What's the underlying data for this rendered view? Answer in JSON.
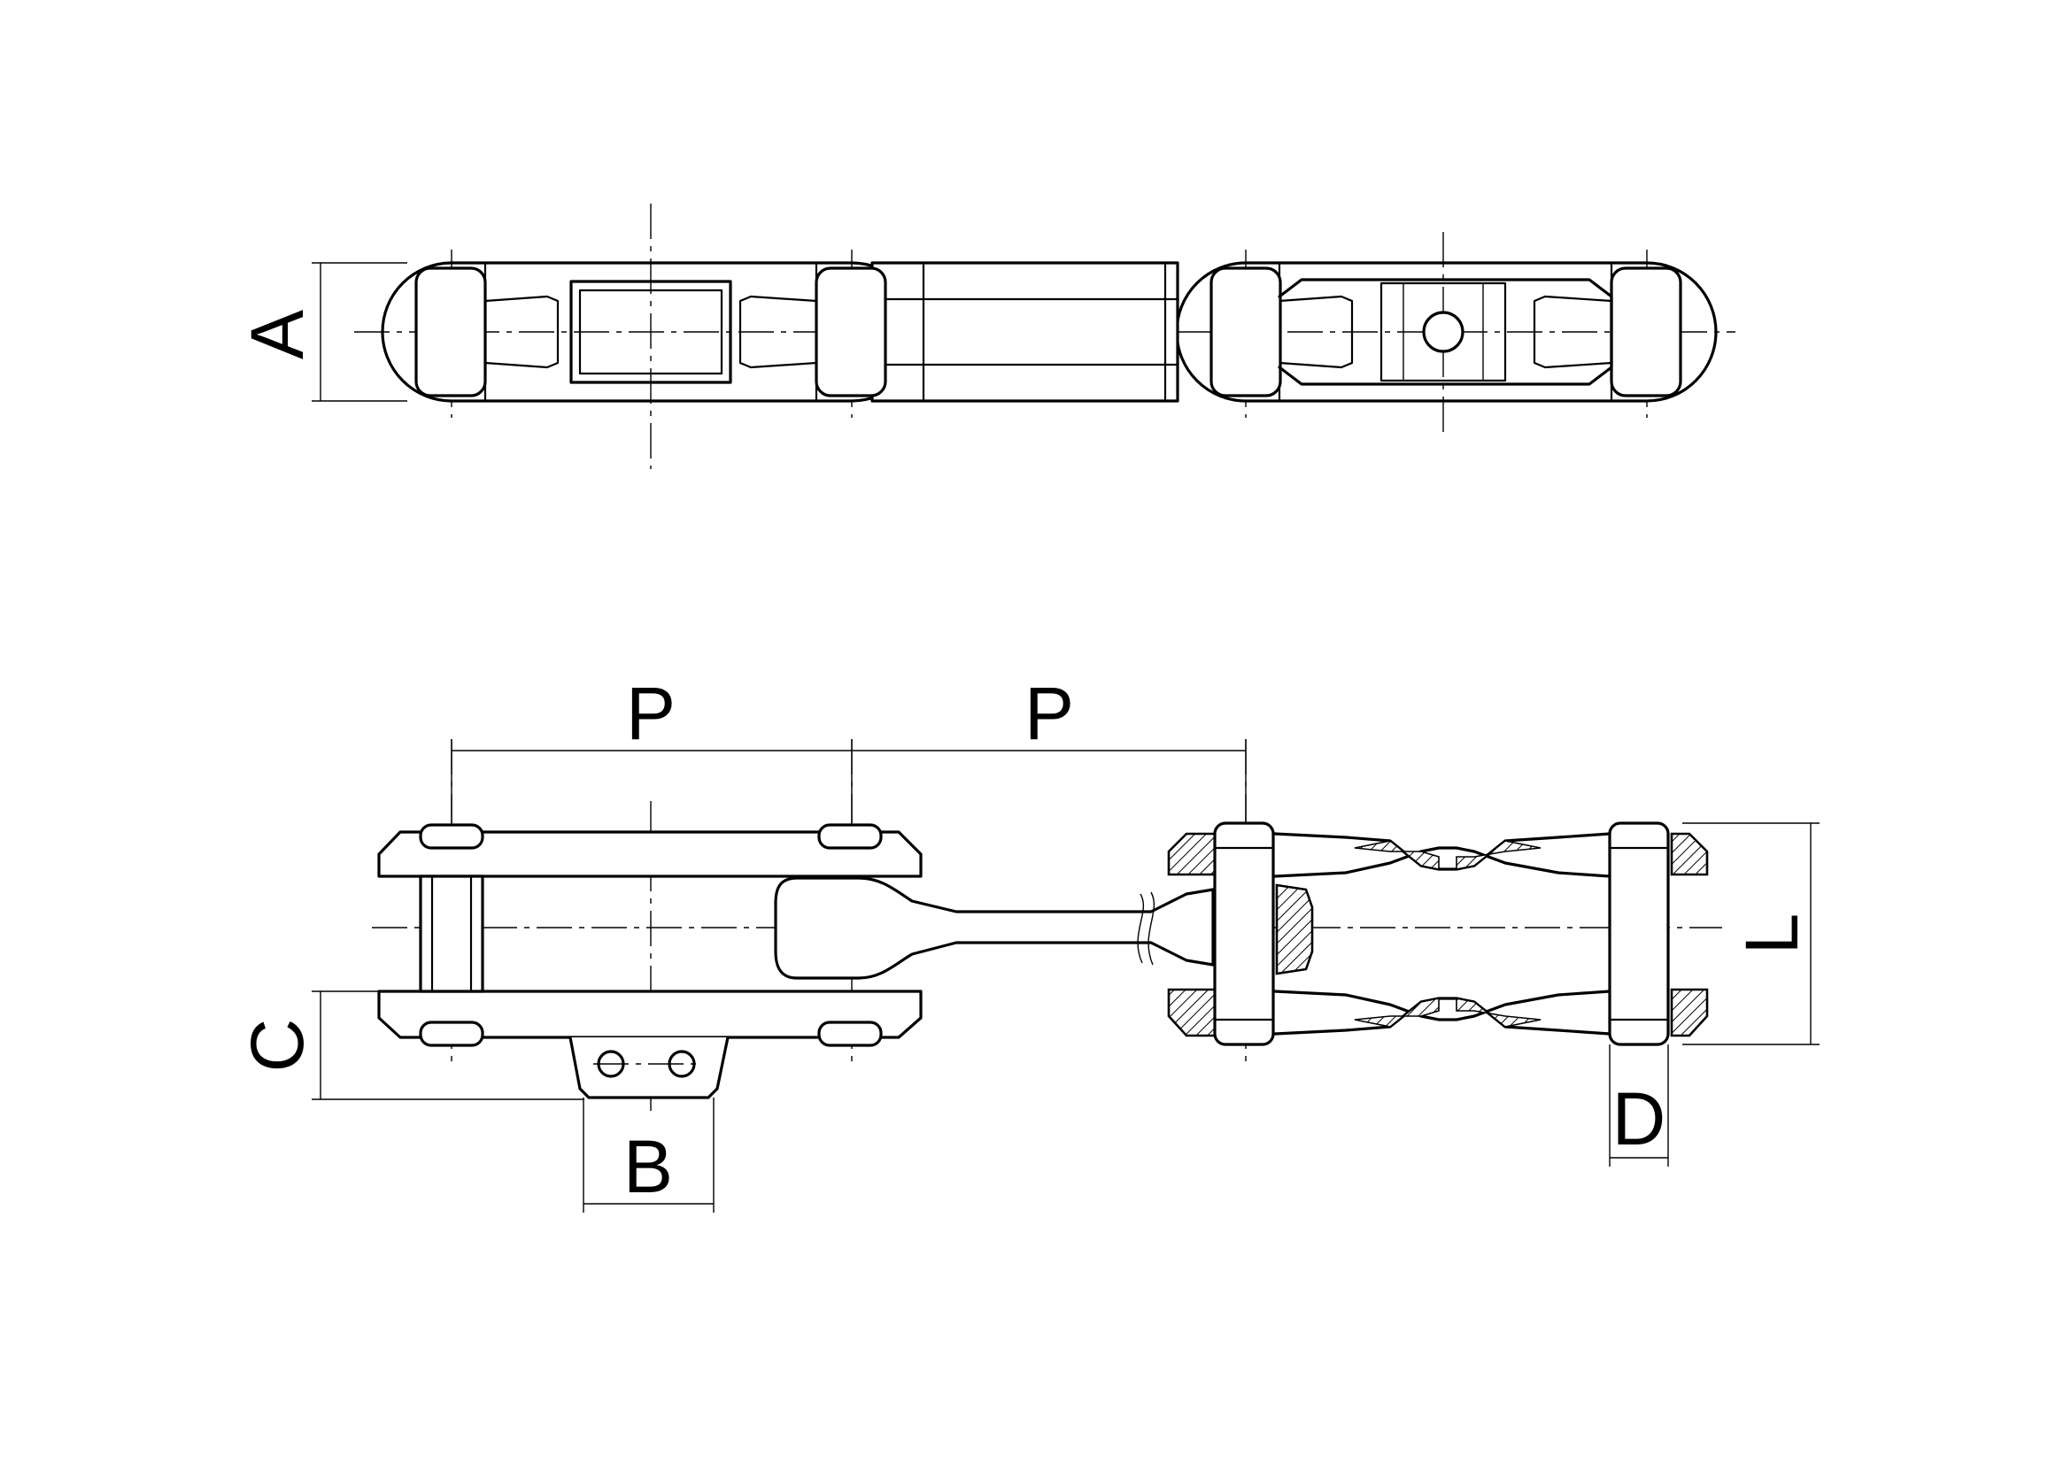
{
  "labels": {
    "A": "A",
    "P1": "P",
    "P2": "P",
    "L": "L",
    "C": "C",
    "B": "B",
    "D": "D"
  }
}
